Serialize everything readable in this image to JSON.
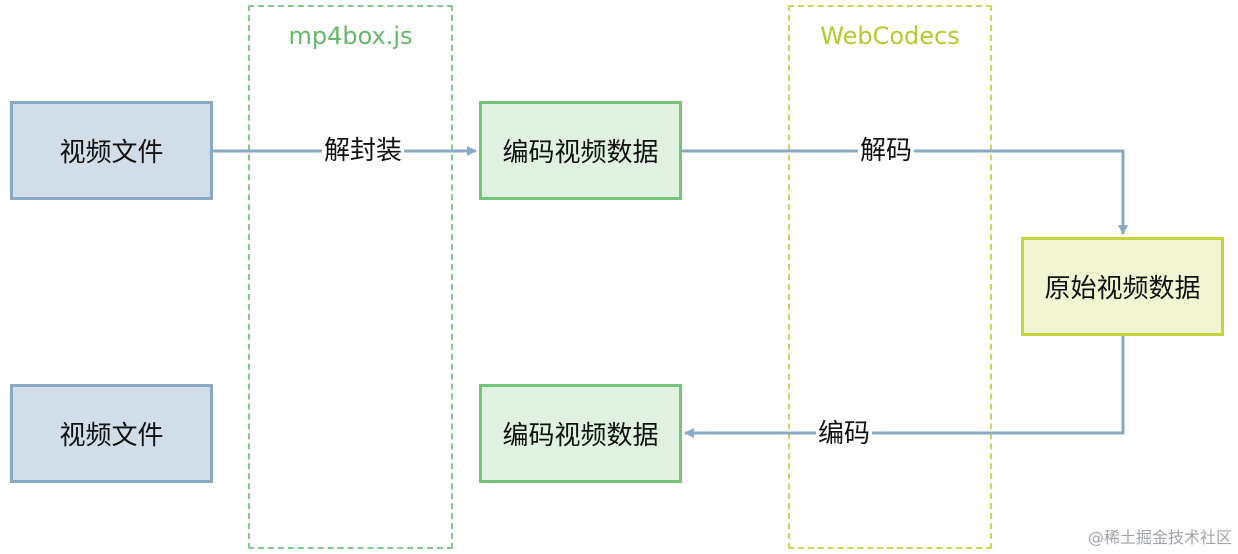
{
  "groups": {
    "mp4box": "mp4box.js",
    "webcodecs": "WebCodecs"
  },
  "nodes": {
    "video_file_top": "视频文件",
    "encoded_video_top": "编码视频数据",
    "raw_video": "原始视频数据",
    "encoded_video_bottom": "编码视频数据",
    "video_file_bottom": "视频文件"
  },
  "edges": {
    "demux": "解封装",
    "decode": "解码",
    "encode": "编码"
  },
  "watermark": "@稀土掘金技术社区",
  "colors": {
    "file_fill": "#d1dde8",
    "file_border": "#8aaac3",
    "encoded_fill": "#dff1e0",
    "encoded_border": "#74c47c",
    "raw_fill": "#f2f5d2",
    "raw_border": "#c4d43a",
    "connector": "#8aaac3",
    "mp4box_accent": "#64b86c",
    "webcodecs_accent": "#b6c92e"
  }
}
